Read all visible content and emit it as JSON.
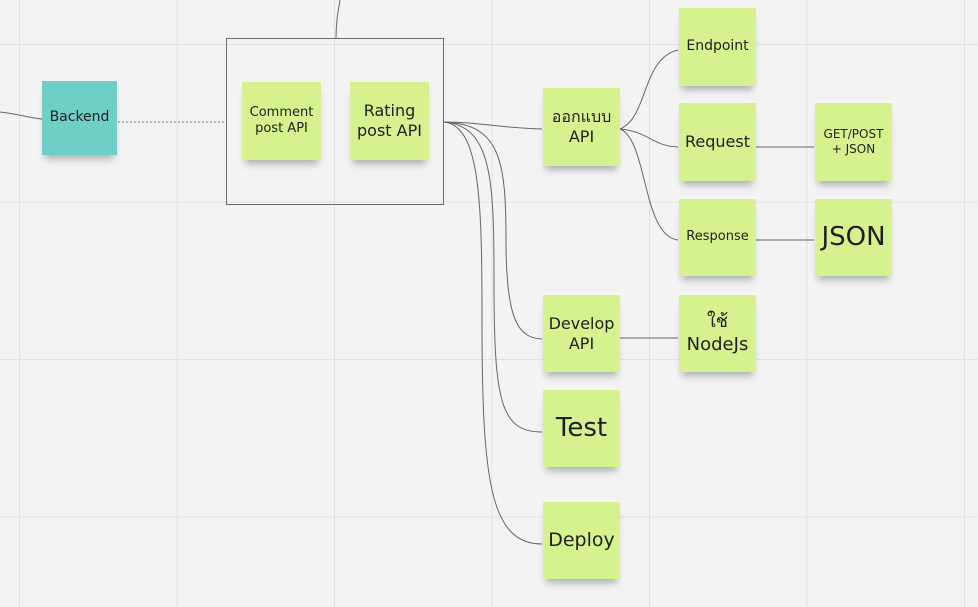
{
  "colors": {
    "sticky_green": "#d6f28f",
    "sticky_teal": "#6dcfc6",
    "connector": "#666666",
    "grid": "#e1e1e3",
    "background": "#f3f3f4"
  },
  "notes": {
    "backend": "Backend",
    "comment_post_api": "Comment\npost API",
    "rating_post_api": "Rating\npost API",
    "design_api": "ออกแบบ\nAPI",
    "endpoint": "Endpoint",
    "request": "Request",
    "get_post_json": "GET/POST\n+ JSON",
    "response": "Response",
    "json": "JSON",
    "develop_api": "Develop\nAPI",
    "use_nodejs": "ใช้\nNodeJs",
    "test": "Test",
    "deploy": "Deploy"
  }
}
